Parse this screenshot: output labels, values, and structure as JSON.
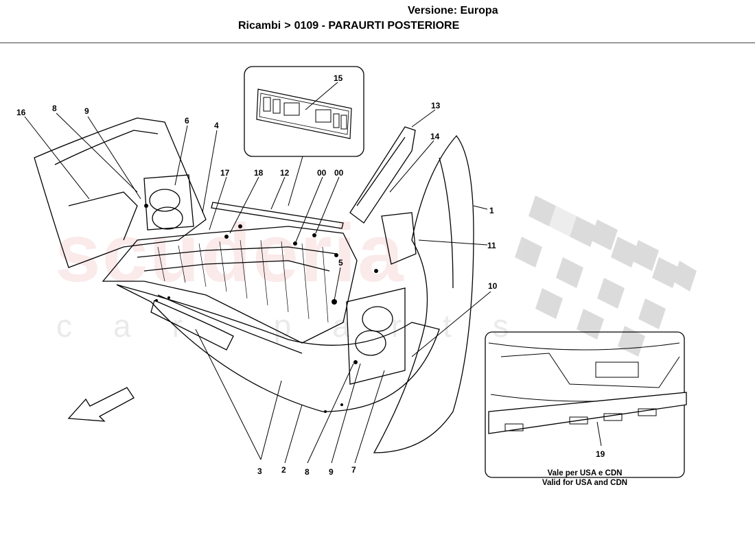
{
  "header": {
    "version_label": "Versione: Europa",
    "breadcrumb_root": "Ricambi",
    "breadcrumb_separator": ">",
    "breadcrumb_current": "0109 - PARAURTI POSTERIORE"
  },
  "callouts": {
    "c1": "1",
    "c2": "2",
    "c3": "3",
    "c4": "4",
    "c5": "5",
    "c6": "6",
    "c7": "7",
    "c8_top": "8",
    "c8_bottom": "8",
    "c9_top": "9",
    "c9_bottom": "9",
    "c10": "10",
    "c11": "11",
    "c12": "12",
    "c13": "13",
    "c14": "14",
    "c15": "15",
    "c16": "16",
    "c17": "17",
    "c18": "18",
    "c19": "19",
    "c00_a": "00",
    "c00_b": "00"
  },
  "inset_note": {
    "line_it": "Vale per USA e CDN",
    "line_en": "Valid for USA and CDN"
  },
  "watermark": {
    "main": "scuderia",
    "sub": "car parts"
  },
  "colors": {
    "ink": "#000000",
    "watermark_red": "#dc5050",
    "flag_gray": "#cfcfcf"
  }
}
